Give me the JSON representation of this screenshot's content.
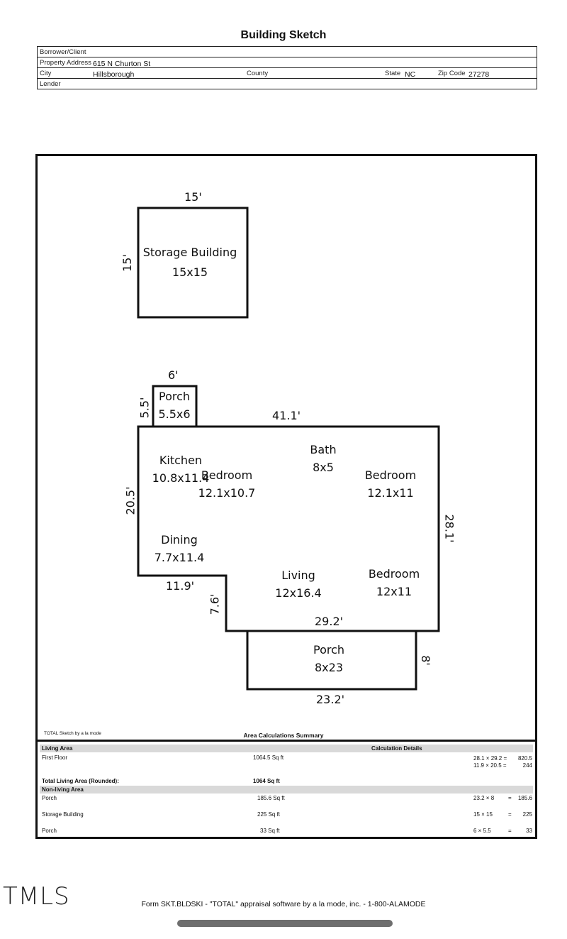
{
  "title": "Building Sketch",
  "header": {
    "borrower_label": "Borrower/Client",
    "address_label": "Property Address",
    "address_value": "615 N Churton St",
    "city_label": "City",
    "city_value": "Hillsborough",
    "county_label": "County",
    "state_label": "State",
    "state_value": "NC",
    "zip_label": "Zip Code",
    "zip_value": "27278",
    "lender_label": "Lender"
  },
  "sketch": {
    "storage": {
      "name": "Storage Building",
      "size": "15x15",
      "dim_top": "15'",
      "dim_left": "15'"
    },
    "porch_small": {
      "name": "Porch",
      "size": "5.5x6",
      "dim_top": "6'",
      "dim_left": "5.5'"
    },
    "kitchen": {
      "name": "Kitchen",
      "size": "10.8x11.4"
    },
    "bedroom1": {
      "name": "Bedroom",
      "size": "12.1x10.7"
    },
    "bath": {
      "name": "Bath",
      "size": "8x5"
    },
    "bedroom2": {
      "name": "Bedroom",
      "size": "12.1x11"
    },
    "dining": {
      "name": "Dining",
      "size": "7.7x11.4"
    },
    "living": {
      "name": "Living",
      "size": "12x16.4"
    },
    "bedroom3": {
      "name": "Bedroom",
      "size": "12x11"
    },
    "porch_large": {
      "name": "Porch",
      "size": "8x23"
    },
    "dims": {
      "house_top": "41.1'",
      "house_left": "20.5'",
      "house_right": "28.1'",
      "notch_bottom": "11.9'",
      "notch_side": "7.6'",
      "house_bottom": "29.2'",
      "porch_right": "8'",
      "porch_bottom": "23.2'"
    }
  },
  "summary": {
    "note": "TOTAL Sketch by a la mode",
    "title": "Area Calculations Summary",
    "living_area_label": "Living Area",
    "calc_details_label": "Calculation Details",
    "first_floor_label": "First Floor",
    "first_floor_value": "1064.5 Sq ft",
    "calc1": "28.1 × 29.2 =",
    "calc1_result": "820.5",
    "calc2": "11.9 × 20.5 =",
    "calc2_result": "244",
    "total_label": "Total Living Area (Rounded):",
    "total_value": "1064 Sq ft",
    "nonliving_label": "Non-living Area",
    "rows": [
      {
        "name": "Porch",
        "area": "185.6 Sq ft",
        "formula": "23.2 × 8",
        "eq": "=",
        "result": "185.6"
      },
      {
        "name": "Storage Building",
        "area": "225 Sq ft",
        "formula": "15 × 15",
        "eq": "=",
        "result": "225"
      },
      {
        "name": "Porch",
        "area": "33 Sq ft",
        "formula": "6 × 5.5",
        "eq": "=",
        "result": "33"
      }
    ]
  },
  "logo": "TMLS",
  "footer": "Form SKT.BLDSKI - \"TOTAL\" appraisal software by a la mode, inc. - 1-800-ALAMODE"
}
